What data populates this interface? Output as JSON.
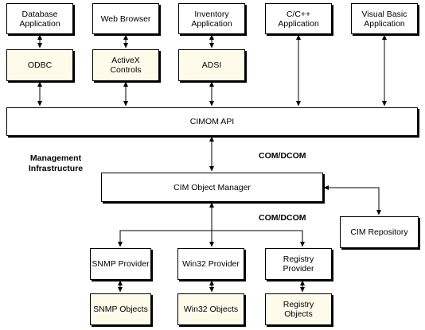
{
  "apps": {
    "database": "Database\nApplication",
    "web_browser": "Web Browser",
    "inventory": "Inventory\nApplication",
    "cpp": "C/C++\nApplication",
    "visual_basic": "Visual Basic\nApplication"
  },
  "interfaces": {
    "odbc": "ODBC",
    "activex": "ActiveX\nControls",
    "adsi": "ADSI"
  },
  "cimom_api": "CIMOM API",
  "management_infrastructure": "Management\nInfrastructure",
  "com_dcom_top": "COM/DCOM",
  "com_dcom_bottom": "COM/DCOM",
  "object_manager": "CIM Object Manager",
  "repository": "CIM Repository",
  "providers": {
    "snmp": "SNMP Provider",
    "win32": "Win32 Provider",
    "registry": "Registry\nProvider"
  },
  "objects": {
    "snmp": "SNMP Objects",
    "win32": "Win32 Objects",
    "registry": "Registry\nObjects"
  },
  "colors": {
    "box_fill": "#ffffff",
    "component_fill": "#fffbea",
    "line": "#000000"
  }
}
